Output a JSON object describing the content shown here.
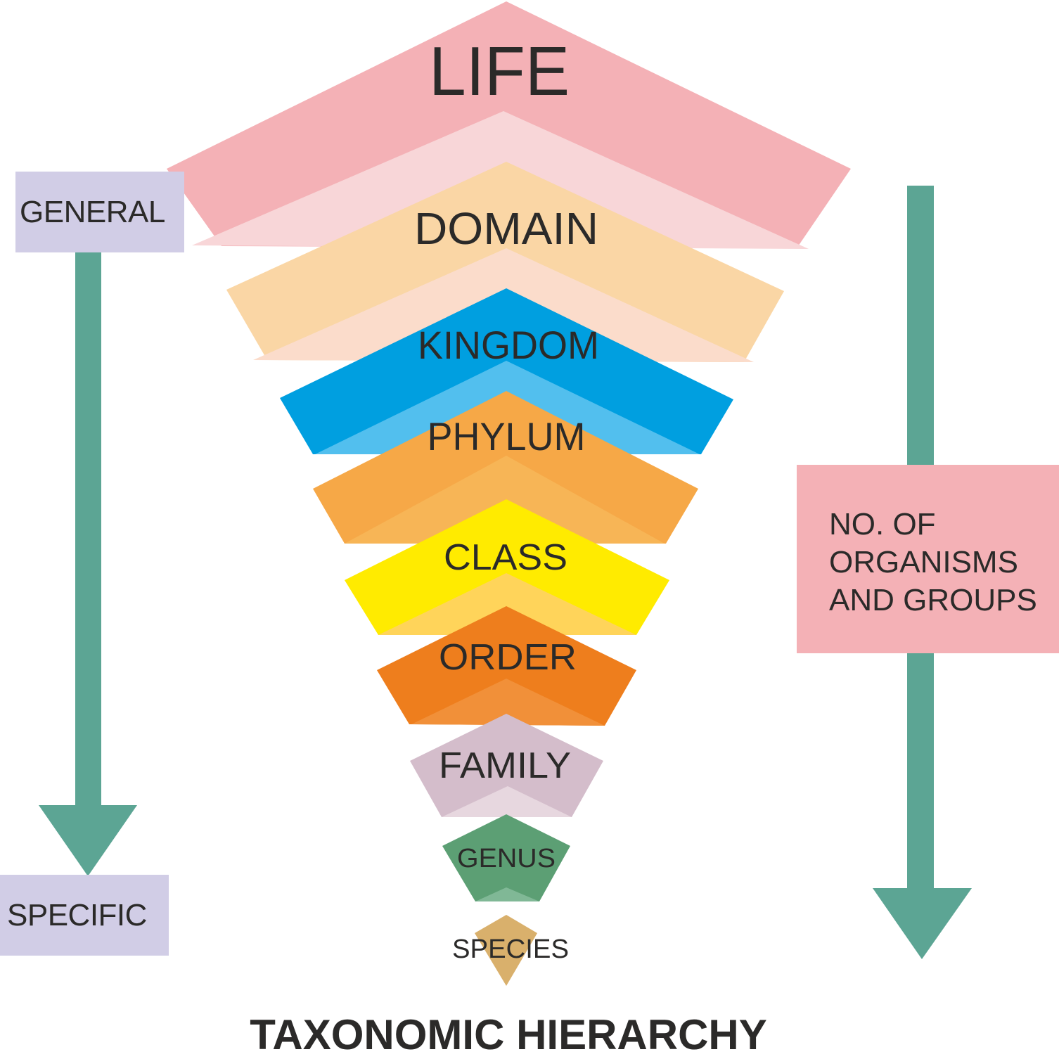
{
  "title": "TAXONOMIC HIERARCHY",
  "levels": [
    {
      "name": "LIFE",
      "color": "#f4b1b6",
      "inner_color": "#f8d6d8"
    },
    {
      "name": "DOMAIN",
      "color": "#fad6a5",
      "inner_color": "#fbdccb"
    },
    {
      "name": "KINGDOM",
      "color": "#009fe0",
      "inner_color": "#52bfee"
    },
    {
      "name": "PHYLUM",
      "color": "#f6a847",
      "inner_color": "#f7b556"
    },
    {
      "name": "CLASS",
      "color": "#ffeb00",
      "inner_color": "#ffd45a"
    },
    {
      "name": "ORDER",
      "color": "#ee7e1d",
      "inner_color": "#f19039"
    },
    {
      "name": "FAMILY",
      "color": "#d4bdcb",
      "inner_color": "#e7d7df"
    },
    {
      "name": "GENUS",
      "color": "#5c9f74",
      "inner_color": "#80b896"
    },
    {
      "name": "SPECIES",
      "color": "#d9b06c",
      "inner_color": "#d9b06c"
    }
  ],
  "left_axis": {
    "top_label": "GENERAL",
    "bottom_label": "SPECIFIC",
    "box_color": "#d1cde6",
    "arrow_color": "#5ca594"
  },
  "right_axis": {
    "label_lines": [
      "NO. OF",
      "ORGANISMS",
      "AND GROUPS"
    ],
    "box_color": "#f4b1b6",
    "arrow_color": "#5ca594"
  }
}
